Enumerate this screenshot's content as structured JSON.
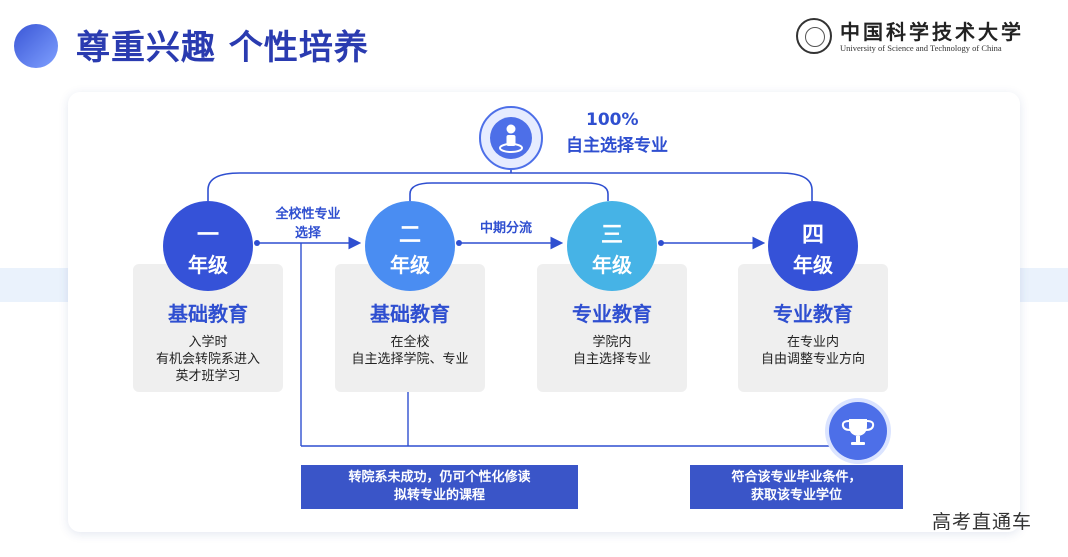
{
  "header": {
    "title": "尊重兴趣 个性培养",
    "logo_cn": "中国科学技术大学",
    "logo_en": "University of Science and Technology of China"
  },
  "top": {
    "percent": "100%",
    "label": "自主选择专业",
    "icon": "person-on-platform-icon"
  },
  "grades": [
    {
      "num": "一",
      "grade": "年级",
      "title": "基础教育",
      "desc": [
        "入学时",
        "有机会转院系进入",
        "英才班学习"
      ],
      "color": "#3552d8"
    },
    {
      "num": "二",
      "grade": "年级",
      "title": "基础教育",
      "desc": [
        "在全校",
        "自主选择学院、专业"
      ],
      "color": "#4a8df2"
    },
    {
      "num": "三",
      "grade": "年级",
      "title": "专业教育",
      "desc": [
        "学院内",
        "自主选择专业"
      ],
      "color": "#46b3e6"
    },
    {
      "num": "四",
      "grade": "年级",
      "title": "专业教育",
      "desc": [
        "在专业内",
        "自由调整专业方向"
      ],
      "color": "#3552d8"
    }
  ],
  "labels": {
    "transfer_line1": "全校性专业",
    "transfer_line2": "选择",
    "midterm": "中期分流"
  },
  "bottom": {
    "left_line1": "转院系未成功，仍可个性化修读",
    "left_line2": "拟转专业的课程",
    "right_line1": "符合该专业毕业条件，",
    "right_line2": "获取该专业学位",
    "trophy_icon": "trophy-icon"
  },
  "watermark": "高考直通车"
}
